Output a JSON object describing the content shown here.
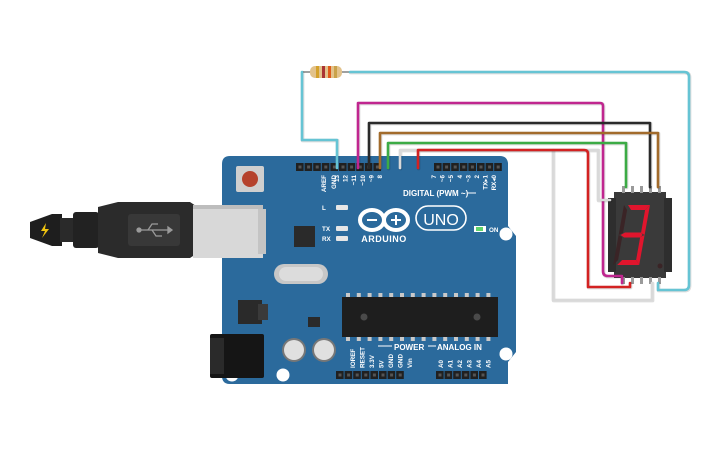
{
  "board": {
    "brand": "ARDUINO",
    "model": "UNO",
    "digital_label": "DIGITAL (PWM ~)",
    "power_label": "POWER",
    "analog_label": "ANALOG IN",
    "on_label": "ON",
    "led_labels": [
      "L",
      "TX",
      "RX"
    ],
    "top_pins": [
      "AREF",
      "GND",
      "13",
      "12",
      "~11",
      "~10",
      "~9",
      "8",
      "7",
      "~6",
      "~5",
      "4",
      "~3",
      "2",
      "TX▸1",
      "RX◂0"
    ],
    "power_pins": [
      "IOREF",
      "RESET",
      "3.3V",
      "5V",
      "GND",
      "GND",
      "Vin"
    ],
    "analog_pins": [
      "A0",
      "A1",
      "A2",
      "A3",
      "A4",
      "A5"
    ],
    "board_color": "#2b6a9c"
  },
  "display": {
    "digit": "3",
    "segment_on_color": "#e0152d",
    "segment_off_color": "#3a2426"
  },
  "wires": {
    "colors": [
      "#66c4d4",
      "#c0268f",
      "#2a2a2a",
      "#a26b2b",
      "#3cab45",
      "#d9d9d9",
      "#d32222"
    ]
  },
  "resistor": {
    "bands": [
      "#d4a12b",
      "#a33",
      "#e05a1a",
      "#c9a24a"
    ]
  }
}
